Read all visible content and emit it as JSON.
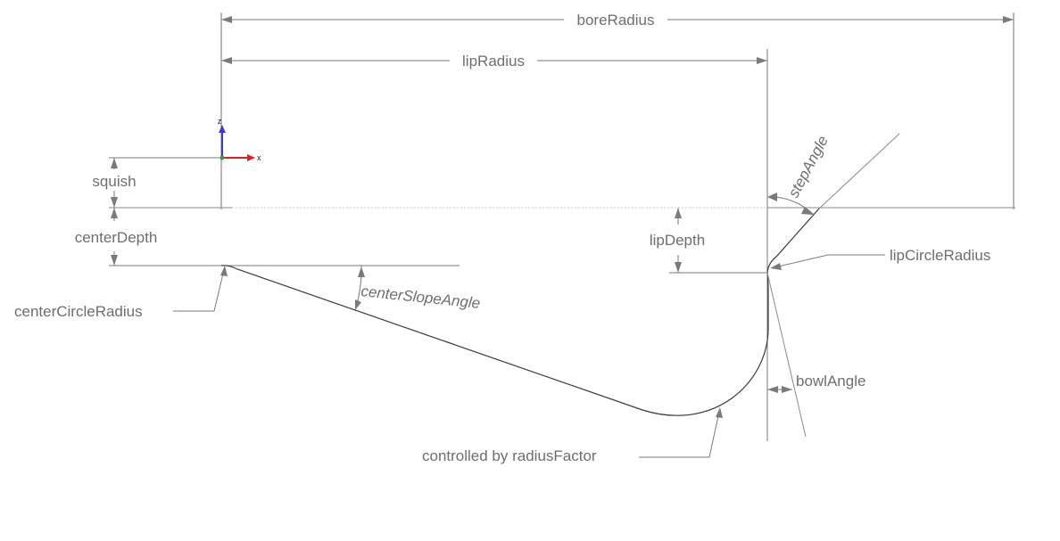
{
  "labels": {
    "bore_radius": "boreRadius",
    "lip_radius": "lipRadius",
    "squish": "squish",
    "center_depth": "centerDepth",
    "center_circle_radius": "centerCircleRadius",
    "center_slope_angle": "centerSlopeAngle",
    "step_angle": "stepAngle",
    "lip_depth": "lipDepth",
    "lip_circle_radius": "lipCircleRadius",
    "bowl_angle": "bowlAngle",
    "radius_factor_note": "controlled by radiusFactor"
  },
  "axes": {
    "z": "z",
    "x": "x",
    "z_color": "#3b3bd6",
    "x_color": "#e02020",
    "origin_color": "#2a9a2a"
  }
}
